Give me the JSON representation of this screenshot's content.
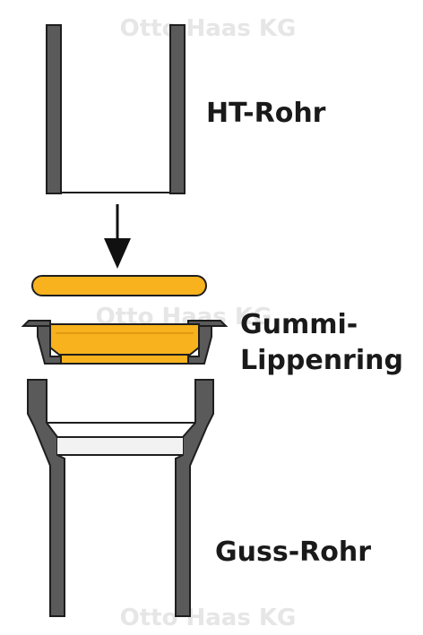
{
  "watermark": "Otto Haas KG",
  "labels": {
    "ht_pipe": "HT-Rohr",
    "ring_line1": "Gummi-",
    "ring_line2": "Lippenring",
    "cast_pipe": "Guss-Rohr"
  },
  "colors": {
    "pipe_wall": "#5a5a5a",
    "outline": "#1e1e1e",
    "rubber": "#f7b21d",
    "rubber_edge": "#d99210",
    "background": "#ffffff",
    "watermark": "#e6e6e6",
    "text": "#1a1a1a"
  }
}
